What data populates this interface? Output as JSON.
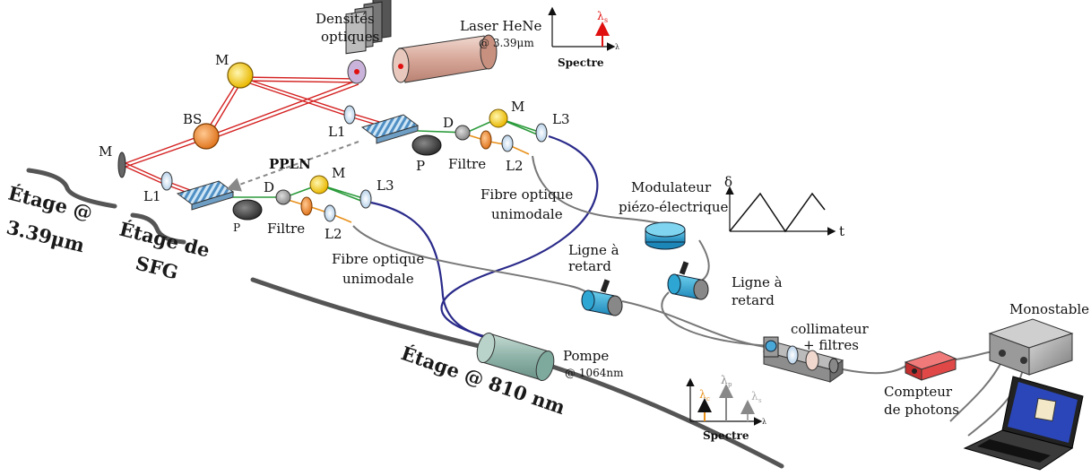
{
  "laser": {
    "name": "Laser HeNe",
    "wavelength": "@ 3.39μm"
  },
  "densites": {
    "line1": "Densités",
    "line2": "optiques"
  },
  "spectre_top": {
    "label": "Spectre",
    "lambda_s": "λ",
    "lambda_s_sub": "s",
    "lambda_axis": "λ"
  },
  "spectre_bottom": {
    "label": "Spectre",
    "lambda": "λ",
    "sub_c": "c",
    "sub_p": "p",
    "sub_s": "s",
    "lambda_axis": "λ"
  },
  "optics": {
    "M": "M",
    "BS": "BS",
    "L1": "L1",
    "L2": "L2",
    "L3": "L3",
    "D": "D",
    "P": "P",
    "Filtre": "Filtre",
    "PPLN": "PPLN"
  },
  "fibre": {
    "line1": "Fibre optique",
    "line2": "unimodale"
  },
  "modulateur": {
    "line1": "Modulateur",
    "line2": "piézo-électrique",
    "delta": "δ",
    "t": "t"
  },
  "ligne_retard": {
    "line1": "Ligne à",
    "line2": "retard"
  },
  "pompe": {
    "name": "Pompe",
    "wavelength": "@ 1064nm"
  },
  "collimateur": {
    "line1": "collimateur",
    "line2": "+ filtres"
  },
  "compteur": {
    "line1": "Compteur",
    "line2": "de photons"
  },
  "monostable": "Monostable",
  "stages": {
    "stage_339_line1": "Étage @",
    "stage_339_line2": "3.39μm",
    "stage_sfg_line1": "Étage de",
    "stage_sfg_line2": "SFG",
    "stage_810": "Étage @ 810 nm"
  },
  "colors": {
    "red_beam": "#d42020",
    "green_beam": "#2a9a3a",
    "orange_beam": "#e8901a",
    "fibre_blue": "#2a2a8a",
    "fibre_gray": "#777777",
    "mirror_yellow": "#f4d020",
    "bs_orange": "#f08a3a"
  }
}
